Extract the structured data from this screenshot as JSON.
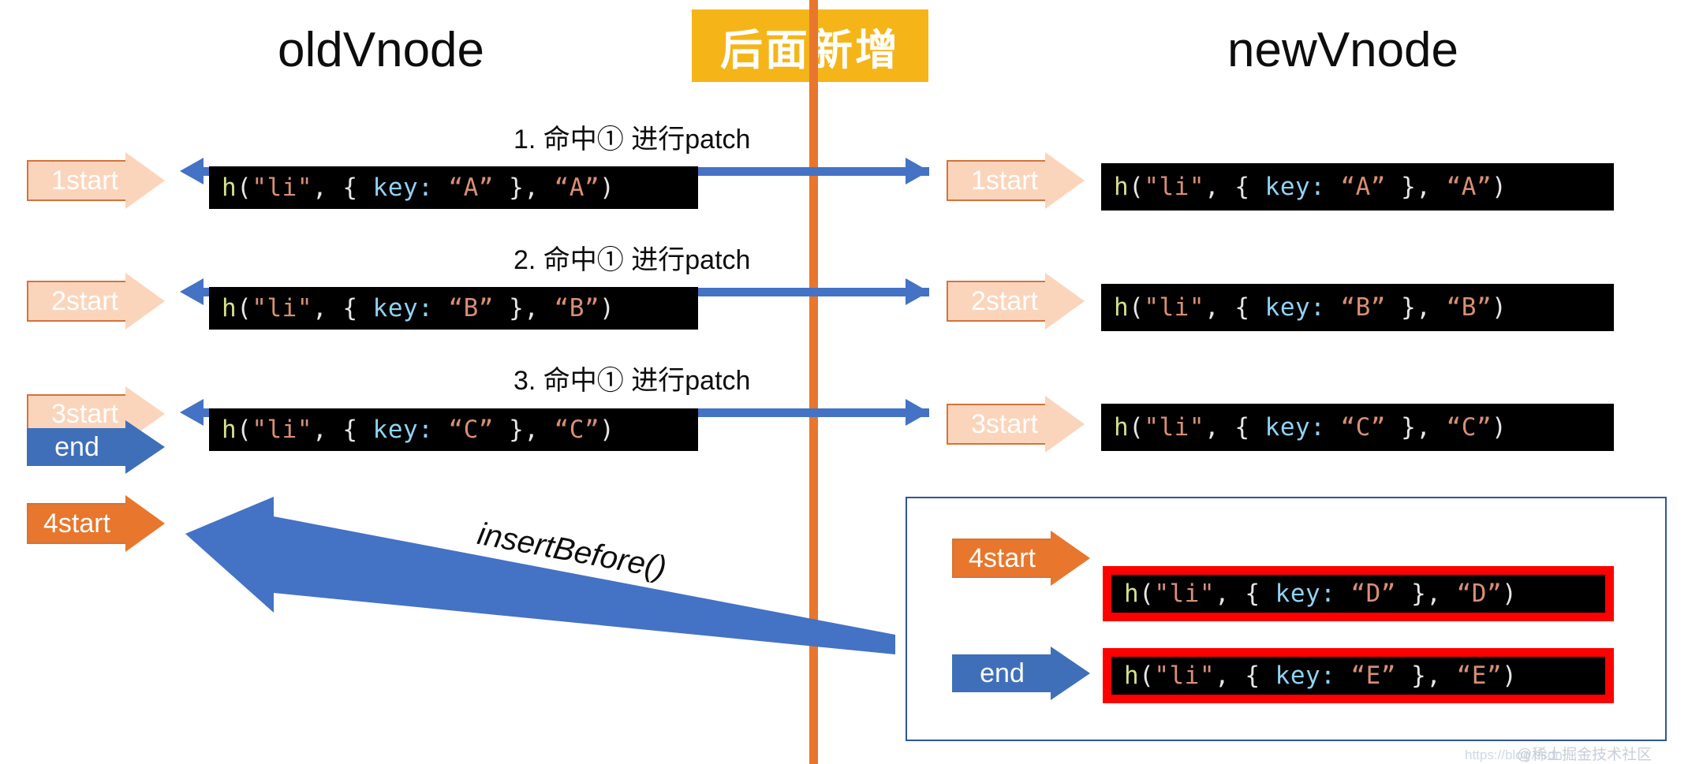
{
  "columns": {
    "old_title": "oldVnode",
    "new_title": "newVnode"
  },
  "banner": {
    "text": "后面新增",
    "bg_color": "#f5b519",
    "text_color": "#ffffff"
  },
  "divider": {
    "color": "#e8762c"
  },
  "steps": [
    {
      "label": "1. 命中① 进行patch"
    },
    {
      "label": "2. 命中① 进行patch"
    },
    {
      "label": "3. 命中① 进行patch"
    }
  ],
  "old_rows": [
    {
      "pointer": "1start",
      "pointer_style": "peach",
      "code": {
        "fn": "h",
        "open": "(",
        "tag": "\"li\"",
        "comma1": ", ",
        "brace_open": "{ ",
        "key": "key:",
        "key_value": " “A”",
        "brace_close": " }",
        "comma2": ", ",
        "child": "“A”",
        "close": ")"
      }
    },
    {
      "pointer": "2start",
      "pointer_style": "peach",
      "code": {
        "fn": "h",
        "open": "(",
        "tag": "\"li\"",
        "comma1": ", ",
        "brace_open": "{ ",
        "key": "key:",
        "key_value": " “B”",
        "brace_close": " }",
        "comma2": ", ",
        "child": "“B”",
        "close": ")"
      }
    },
    {
      "pointer": "3start",
      "pointer_style": "peach",
      "code": {
        "fn": "h",
        "open": "(",
        "tag": "\"li\"",
        "comma1": ", ",
        "brace_open": "{ ",
        "key": "key:",
        "key_value": " “C”",
        "brace_close": " }",
        "comma2": ", ",
        "child": "“C”",
        "close": ")"
      }
    }
  ],
  "old_end_pointer": {
    "label": "end",
    "pointer_style": "blue"
  },
  "old_fourth_pointer": {
    "label": "4start",
    "pointer_style": "orange"
  },
  "new_rows": [
    {
      "pointer": "1start",
      "pointer_style": "peach",
      "code": {
        "fn": "h",
        "open": "(",
        "tag": "\"li\"",
        "comma1": ", ",
        "brace_open": "{ ",
        "key": "key:",
        "key_value": " “A”",
        "brace_close": " }",
        "comma2": ", ",
        "child": "“A”",
        "close": ")"
      }
    },
    {
      "pointer": "2start",
      "pointer_style": "peach",
      "code": {
        "fn": "h",
        "open": "(",
        "tag": "\"li\"",
        "comma1": ", ",
        "brace_open": "{ ",
        "key": "key:",
        "key_value": " “B”",
        "brace_close": " }",
        "comma2": ", ",
        "child": "“B”",
        "close": ")"
      }
    },
    {
      "pointer": "3start",
      "pointer_style": "peach",
      "code": {
        "fn": "h",
        "open": "(",
        "tag": "\"li\"",
        "comma1": ", ",
        "brace_open": "{ ",
        "key": "key:",
        "key_value": " “C”",
        "brace_close": " }",
        "comma2": ", ",
        "child": "“C”",
        "close": ")"
      }
    }
  ],
  "new_added_rows": [
    {
      "pointer": "4start",
      "pointer_style": "orange",
      "highlight_color": "#fe0000",
      "code": {
        "fn": "h",
        "open": "(",
        "tag": "\"li\"",
        "comma1": ", ",
        "brace_open": "{ ",
        "key": "key:",
        "key_value": " “D”",
        "brace_close": " }",
        "comma2": ", ",
        "child": "“D”",
        "close": ")"
      }
    },
    {
      "pointer": "end",
      "pointer_style": "blue",
      "highlight_color": "#fe0000",
      "code": {
        "fn": "h",
        "open": "(",
        "tag": "\"li\"",
        "comma1": ", ",
        "brace_open": "{ ",
        "key": "key:",
        "key_value": " “E”",
        "brace_close": " }",
        "comma2": ", ",
        "child": "“E”",
        "close": ")"
      }
    }
  ],
  "insert_arrow": {
    "label": "insertBefore()",
    "color": "#4472c4"
  },
  "colors": {
    "peach_fill": "#fbd5bb",
    "peach_border": "#d4733a",
    "orange_fill": "#e8762c",
    "blue_fill": "#3f6fb8",
    "connector_blue": "#4472c4",
    "code_bg": "#000000",
    "highlight_red": "#fe0000",
    "newbox_border": "#2f5597"
  },
  "watermark": {
    "url": "https://blog.csdn",
    "author": "@稀土掘金技术社区"
  }
}
